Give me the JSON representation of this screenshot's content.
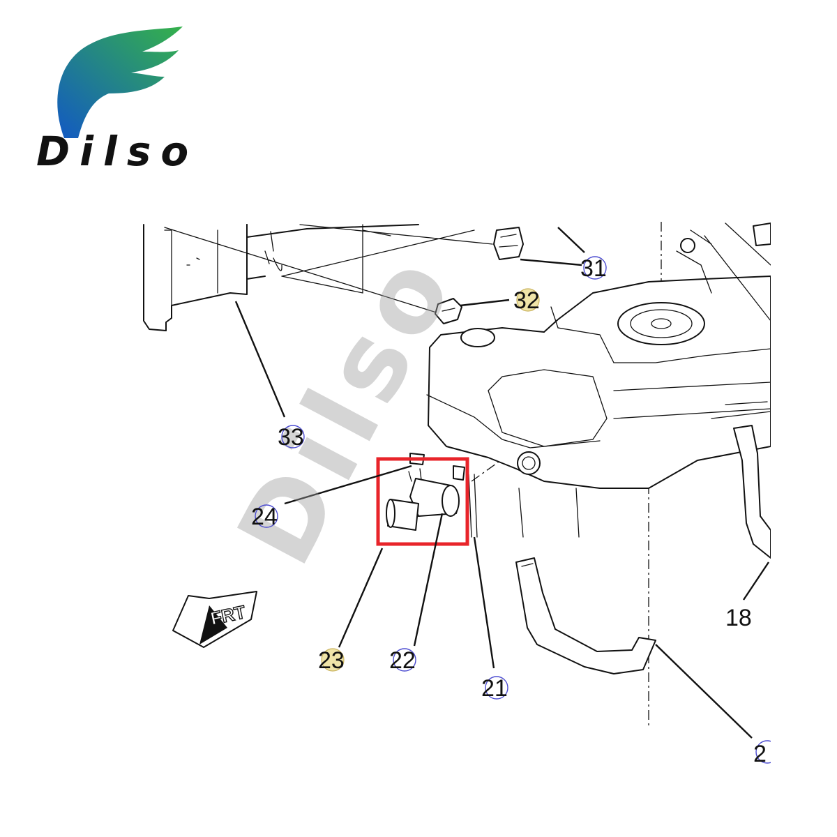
{
  "brand": {
    "name": "Dilso",
    "colors": {
      "wing_top": "#35b14a",
      "wing_bottom": "#1259c3",
      "text": "#111111"
    }
  },
  "watermark": {
    "text": "Dilso"
  },
  "diagram": {
    "orientation_label": "FRT",
    "highlight_color": "#e8242a",
    "callouts": [
      {
        "id": "31",
        "label": "31",
        "highlighted": false
      },
      {
        "id": "32",
        "label": "32",
        "highlighted": true
      },
      {
        "id": "33",
        "label": "33",
        "highlighted": false
      },
      {
        "id": "24",
        "label": "24",
        "highlighted": false
      },
      {
        "id": "23",
        "label": "23",
        "highlighted": true
      },
      {
        "id": "22",
        "label": "22",
        "highlighted": false
      },
      {
        "id": "21",
        "label": "21",
        "highlighted": false
      },
      {
        "id": "18",
        "label": "18",
        "highlighted": false
      },
      {
        "id": "20",
        "label": "2",
        "highlighted": false
      }
    ]
  }
}
